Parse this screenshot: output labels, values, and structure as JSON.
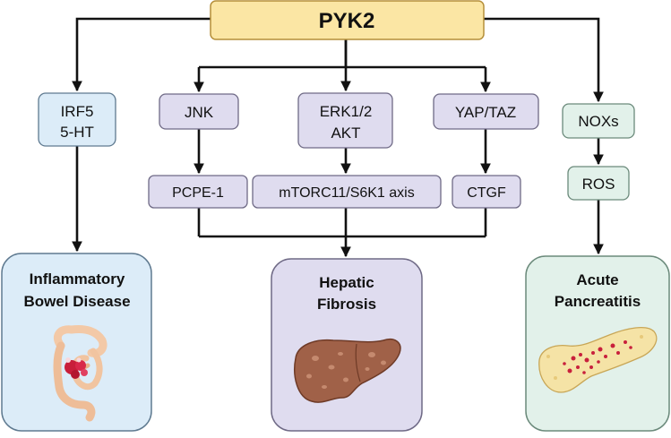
{
  "colors": {
    "root_fill": "#fbe6a4",
    "root_stroke": "#b58f3a",
    "purple_fill": "#dfdcef",
    "purple_stroke": "#6f6a86",
    "blue_fill": "#dcecf8",
    "blue_stroke": "#5f7a90",
    "green_fill": "#e2f1ea",
    "green_stroke": "#6b8a7b",
    "arrow": "#111111"
  },
  "root": {
    "label": "PYK2"
  },
  "left_branch": {
    "mediator_lines": [
      "IRF5",
      "5-HT"
    ],
    "disease_lines": [
      "Inflammatory",
      "Bowel Disease"
    ],
    "illustration": "intestine-illustration"
  },
  "middle_branch": {
    "jnk": "JNK",
    "erk_lines": [
      "ERK1/2",
      "AKT"
    ],
    "yap": "YAP/TAZ",
    "pcpe": "PCPE-1",
    "mtorc": "mTORC11/S6K1 axis",
    "ctgf": "CTGF",
    "disease_lines": [
      "Hepatic",
      "Fibrosis"
    ],
    "illustration": "liver-illustration"
  },
  "right_branch": {
    "noxs": "NOXs",
    "ros": "ROS",
    "disease_lines": [
      "Acute",
      "Pancreatitis"
    ],
    "illustration": "pancreas-illustration"
  }
}
